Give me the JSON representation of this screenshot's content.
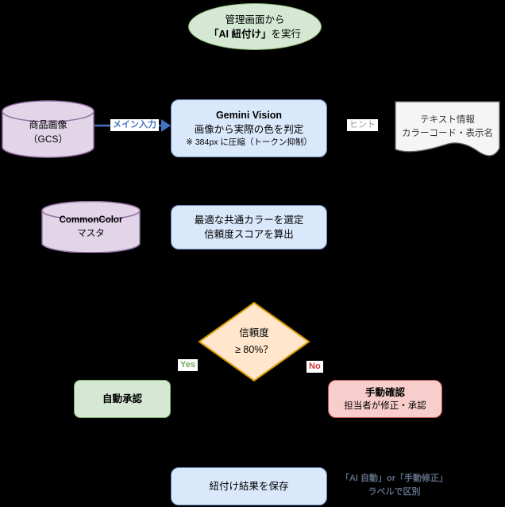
{
  "diagram": {
    "background": "#000000",
    "start": {
      "line1": "管理画面から",
      "line2_em": "「AI 紐付け」",
      "line2_rest": "を実行"
    },
    "inputs": {
      "product_db": {
        "line1": "商品画像",
        "line2": "（GCS）"
      },
      "main_input_edge": {
        "label": "メイン入力"
      },
      "hint_edge": {
        "label": "ヒント"
      },
      "text_info_doc": {
        "line1": "テキスト情報",
        "line2": "カラーコード・表示名"
      },
      "common_color_db": {
        "line1": "CommonColor",
        "line2": "マスタ"
      }
    },
    "process": {
      "gemini": {
        "title": "Gemini Vision",
        "line2": "画像から実際の色を判定",
        "note": "※ 384px に圧縮（トークン抑制）"
      },
      "select_color": {
        "line1": "最適な共通カラーを選定",
        "line2": "信頼度スコアを算出"
      }
    },
    "decision": {
      "line1": "信頼度",
      "line2": "≥ 80%？",
      "yes_label": "Yes",
      "no_label": "No"
    },
    "outcomes": {
      "auto_approve": {
        "label": "自動承認"
      },
      "manual_check": {
        "title": "手動確認",
        "line2": "担当者が修正・承認"
      }
    },
    "save": {
      "label": "紐付け結果を保存",
      "note_line1": "「AI 自動」or「手動修正」",
      "note_line2": "ラベルで区別"
    },
    "colors": {
      "green_fill": "#d5e8d4",
      "green_stroke": "#82b366",
      "purple_fill": "#e1d5e7",
      "purple_stroke": "#9673a6",
      "blue_fill": "#dae8fc",
      "blue_stroke": "#6c8ebf",
      "orange_fill": "#ffe6cc",
      "orange_stroke": "#d79b00",
      "red_fill": "#f8cecc",
      "red_stroke": "#b85450",
      "doc_fill": "#f5f5f5",
      "doc_stroke": "#666666",
      "arrow_blue": "#4472c4",
      "yes_green": "#76ac5d",
      "no_red": "#cc3333",
      "hint_gray": "#999999",
      "note_slate": "#5f6d84"
    }
  }
}
